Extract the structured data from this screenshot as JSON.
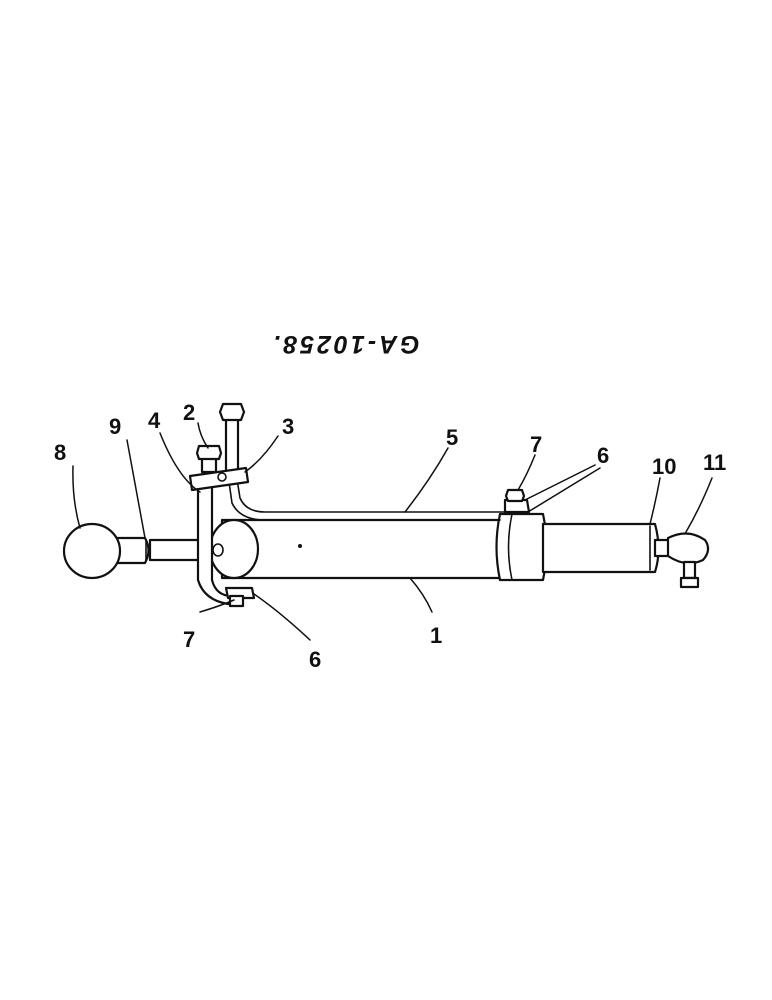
{
  "drawing_code": "GA-10258.",
  "callouts": [
    {
      "id": "c1",
      "text": "1"
    },
    {
      "id": "c2",
      "text": "2"
    },
    {
      "id": "c3",
      "text": "3"
    },
    {
      "id": "c4",
      "text": "4"
    },
    {
      "id": "c5",
      "text": "5"
    },
    {
      "id": "c6a",
      "text": "6"
    },
    {
      "id": "c6b",
      "text": "6"
    },
    {
      "id": "c7a",
      "text": "7"
    },
    {
      "id": "c7b",
      "text": "7"
    },
    {
      "id": "c8",
      "text": "8"
    },
    {
      "id": "c9",
      "text": "9"
    },
    {
      "id": "c10",
      "text": "10"
    },
    {
      "id": "c11",
      "text": "11"
    }
  ]
}
